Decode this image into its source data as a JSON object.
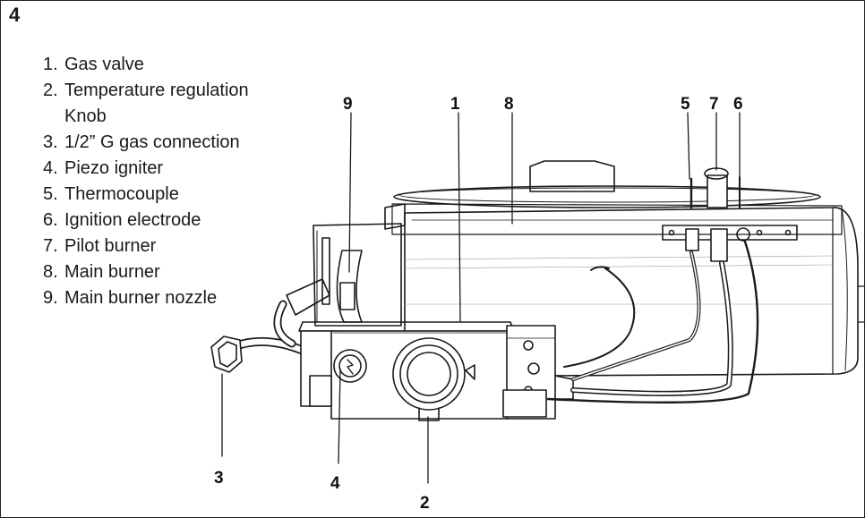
{
  "figure_number": "4",
  "legend": [
    {
      "num": "1.",
      "label": "Gas valve"
    },
    {
      "num": "2.",
      "label": "Temperature regulation",
      "label2": "Knob"
    },
    {
      "num": "3.",
      "label": "1/2” G gas connection"
    },
    {
      "num": "4.",
      "label": "Piezo igniter"
    },
    {
      "num": "5.",
      "label": "Thermocouple"
    },
    {
      "num": "6.",
      "label": "Ignition electrode"
    },
    {
      "num": "7.",
      "label": "Pilot burner"
    },
    {
      "num": "8.",
      "label": "Main burner"
    },
    {
      "num": "9.",
      "label": "Main burner nozzle"
    }
  ],
  "callouts": [
    "9",
    "1",
    "8",
    "5",
    "7",
    "6",
    "3",
    "4",
    "2"
  ]
}
